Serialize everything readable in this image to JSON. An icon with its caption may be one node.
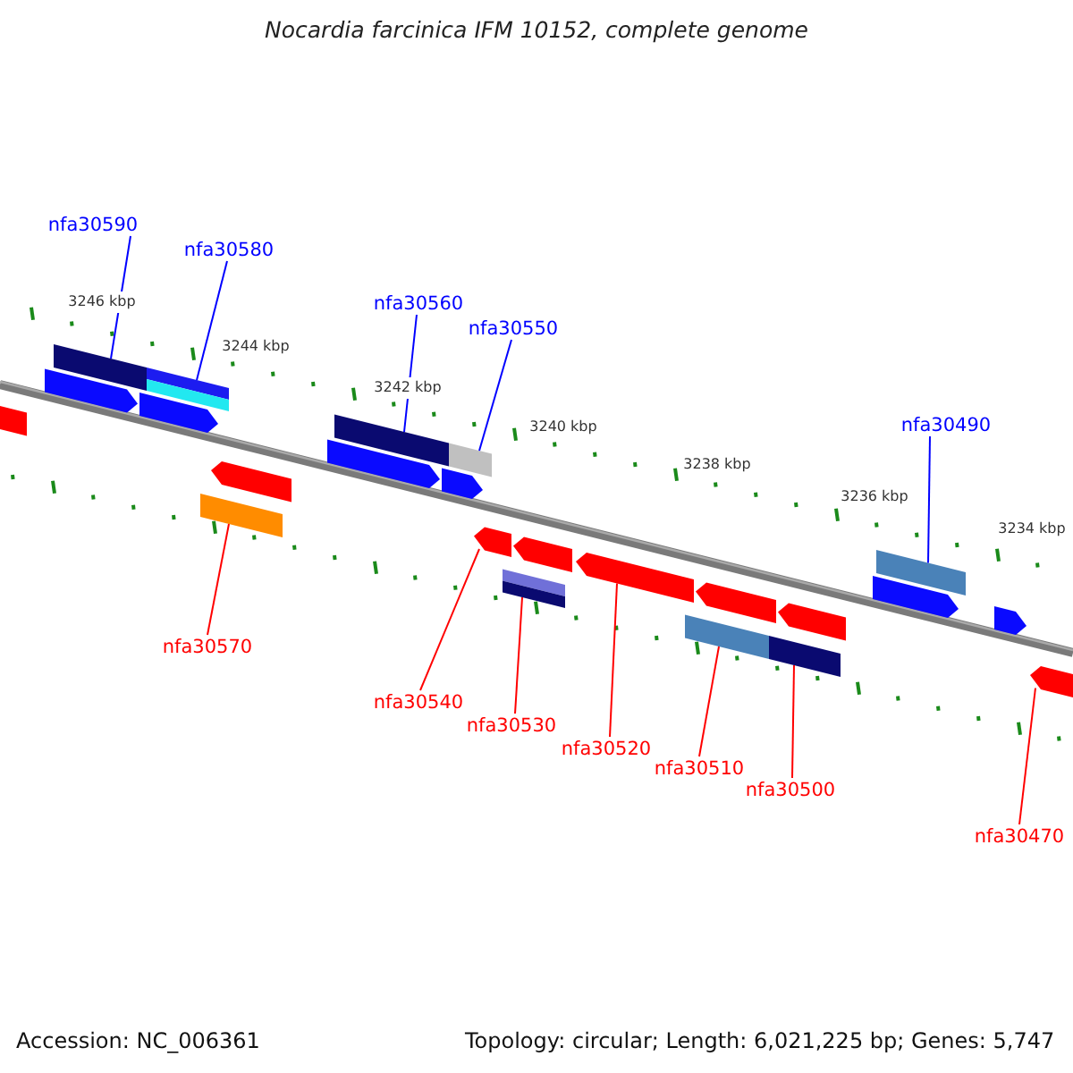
{
  "diagram": {
    "title": "Nocardia farcinica IFM 10152, complete genome",
    "nodes": [
      {
        "text": [
          "nfa30590"
        ]
      },
      {
        "text": [
          "nfa30580"
        ]
      },
      {
        "text": [
          "nfa30560"
        ]
      },
      {
        "text": [
          "nfa30550"
        ]
      },
      {
        "text": [
          "nfa30490"
        ]
      },
      {
        "text": [
          "nfa30570"
        ]
      },
      {
        "text": [
          "nfa30540"
        ]
      },
      {
        "text": [
          "nfa30530"
        ]
      },
      {
        "text": [
          "nfa30520"
        ]
      },
      {
        "text": [
          "nfa30510"
        ]
      },
      {
        "text": [
          "nfa30500"
        ]
      },
      {
        "text": [
          "nfa30470"
        ]
      },
      {
        "text": [],
        "shape": "bar"
      },
      {
        "text": [],
        "shape": "bar"
      },
      {
        "text": [],
        "shape": "bar"
      },
      {
        "text": [],
        "shape": "bar"
      },
      {
        "text": [],
        "shape": "bar"
      },
      {
        "text": [],
        "shape": "bar"
      },
      {
        "text": [],
        "shape": "bar"
      },
      {
        "text": [],
        "shape": "bar"
      },
      {
        "text": [],
        "shape": "bar"
      },
      {
        "text": [],
        "shape": "bar"
      },
      {
        "text": [],
        "shape": "bar"
      },
      {
        "text": [],
        "shape": "bar"
      },
      {
        "text": [],
        "shape": "bar"
      },
      {
        "text": [],
        "shape": "bar"
      },
      {
        "text": [],
        "shape": "bar"
      },
      {
        "text": [],
        "shape": "bar"
      },
      {
        "text": [],
        "shape": "bar"
      },
      {
        "text": [],
        "shape": "bar"
      },
      {
        "text": [],
        "shape": "bar"
      },
      {
        "text": [],
        "shape": "bar"
      },
      {
        "text": [],
        "shape": "bar"
      },
      {
        "text": [],
        "shape": "bar"
      },
      {
        "text": [],
        "shape": "bar"
      }
    ],
    "edges": [
      {
        "from": 0,
        "to": 12,
        "arrow": "none",
        "color": "#0000ff"
      },
      {
        "from": 1,
        "to": 13,
        "arrow": "none",
        "color": "#0000ff"
      },
      {
        "from": 2,
        "to": 14,
        "arrow": "none",
        "color": "#0000ff"
      },
      {
        "from": 3,
        "to": 15,
        "arrow": "none",
        "color": "#0000ff"
      },
      {
        "from": 4,
        "to": 16,
        "arrow": "none",
        "color": "#0000ff"
      },
      {
        "from": 5,
        "to": 17,
        "arrow": "none"
      },
      {
        "from": 6,
        "to": 18,
        "arrow": "none"
      },
      {
        "from": 7,
        "to": 19,
        "arrow": "none"
      },
      {
        "from": 8,
        "to": 20,
        "arrow": "none"
      },
      {
        "from": 9,
        "to": 21,
        "arrow": "none"
      },
      {
        "from": 10,
        "to": 22,
        "arrow": "none"
      },
      {
        "from": 11,
        "to": 23,
        "arrow": "none"
      }
    ],
    "labels": [
      "3246 kbp",
      "3244 kbp",
      "3242 kbp",
      "3240 kbp",
      "3238 kbp",
      "3236 kbp",
      "3234 kbp",
      "Accession: NC_006361",
      "Topology: circular; Length: 6,021,225 bp; Genes: 5,747"
    ]
  }
}
